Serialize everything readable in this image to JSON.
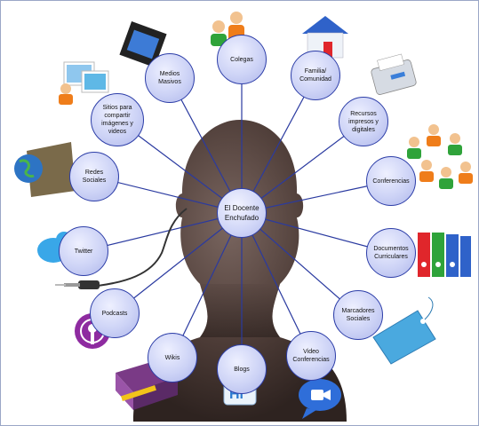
{
  "center": {
    "label": "El Docente Enchufado"
  },
  "nodes": [
    {
      "id": "medios-masivos",
      "label": "Medios Masivos"
    },
    {
      "id": "colegas",
      "label": "Colegas"
    },
    {
      "id": "familia-comunidad",
      "label": "Familia/ Comunidad"
    },
    {
      "id": "sitios",
      "label": "Sitios para compartir imágenes y videos"
    },
    {
      "id": "recursos",
      "label": "Recursos impresos y digitales"
    },
    {
      "id": "redes-sociales",
      "label": "Redes Sociales"
    },
    {
      "id": "conferencias",
      "label": "Conferencias"
    },
    {
      "id": "twitter",
      "label": "Twitter"
    },
    {
      "id": "documentos",
      "label": "Documentos Curriculares"
    },
    {
      "id": "podcasts",
      "label": "Podcasts"
    },
    {
      "id": "marcadores",
      "label": "Marcadores Sociales"
    },
    {
      "id": "wikis",
      "label": "Wikis"
    },
    {
      "id": "blogs",
      "label": "Blogs"
    },
    {
      "id": "video-conferencias",
      "label": "Video Conferencias"
    }
  ],
  "colors": {
    "node_border": "#2d3ea8",
    "node_fill": "#cdd3f6",
    "connector": "#2a3aa0",
    "head": "#4a3a36"
  }
}
